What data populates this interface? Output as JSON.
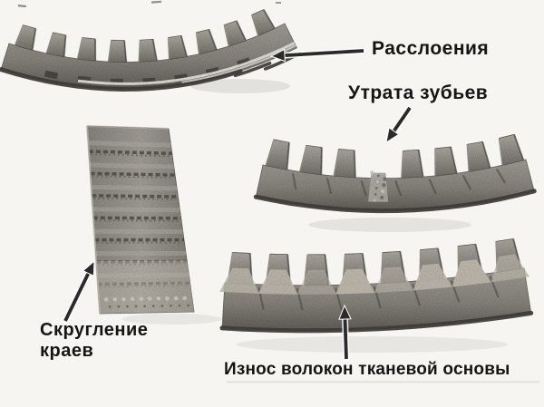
{
  "figure": {
    "annotations": {
      "delamination": {
        "label": "Расслоения"
      },
      "tooth_loss": {
        "label": "Утрата зубьев"
      },
      "edge_rounding": {
        "label": "Скругление краев"
      },
      "fabric_wear": {
        "label": "Износ волокон тканевой основы"
      }
    },
    "photos": [
      "curved-belt-with-delamination",
      "belt-piece-tooth-side-edge-rounding",
      "belt-with-missing-tooth",
      "belt-with-worn-fabric-teeth"
    ]
  },
  "colors": {
    "background": "#f6f5f2",
    "ink": "#151515",
    "arrow": "#2a2a2a",
    "arrow_halo": "#ffffff",
    "belt_dark": "#45423e",
    "belt_mid": "#8e8a83",
    "belt_light": "#b5b1a9",
    "belt_worn": "#cdc7bb",
    "delam_white": "#f1efe9",
    "smudge": "#d9d6d0"
  }
}
